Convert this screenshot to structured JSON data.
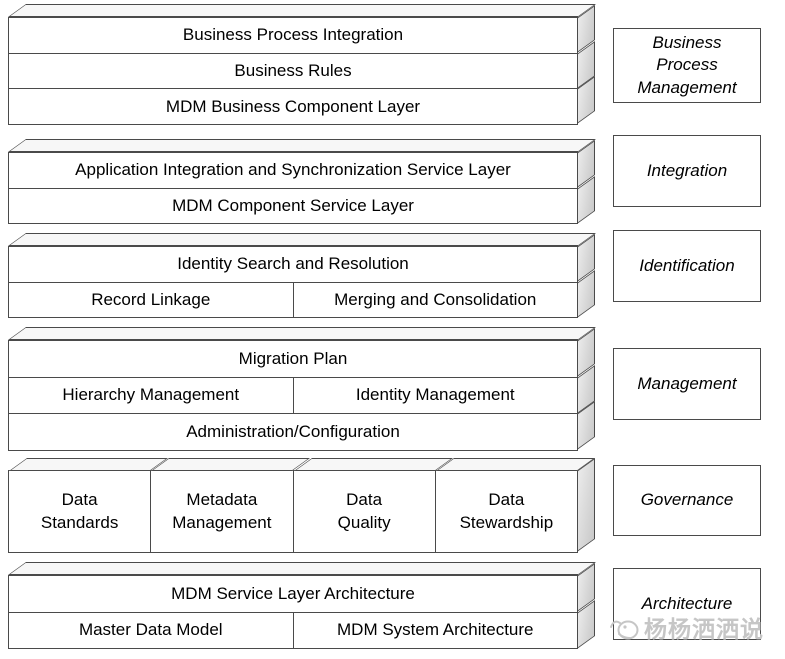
{
  "stack": {
    "groups": [
      {
        "name": "business-process-management",
        "rows": [
          {
            "cells": [
              "Business Process Integration"
            ]
          },
          {
            "cells": [
              "Business Rules"
            ]
          },
          {
            "cells": [
              "MDM Business Component Layer"
            ]
          }
        ]
      },
      {
        "name": "integration",
        "rows": [
          {
            "cells": [
              "Application Integration and Synchronization Service Layer"
            ]
          },
          {
            "cells": [
              "MDM Component Service Layer"
            ]
          }
        ]
      },
      {
        "name": "identification",
        "rows": [
          {
            "cells": [
              "Identity Search and Resolution"
            ]
          },
          {
            "cells": [
              "Record Linkage",
              "Merging and Consolidation"
            ]
          }
        ]
      },
      {
        "name": "management",
        "rows": [
          {
            "cells": [
              "Migration Plan"
            ]
          },
          {
            "cells": [
              "Hierarchy Management",
              "Identity Management"
            ]
          },
          {
            "cells": [
              "Administration/Configuration"
            ]
          }
        ]
      },
      {
        "name": "governance",
        "rows": [
          {
            "cells": [
              "Data\nStandards",
              "Metadata\nManagement",
              "Data\nQuality",
              "Data\nStewardship"
            ]
          }
        ]
      },
      {
        "name": "architecture",
        "rows": [
          {
            "cells": [
              "MDM Service Layer Architecture"
            ]
          },
          {
            "cells": [
              "Master Data Model",
              "MDM System Architecture"
            ]
          }
        ]
      }
    ]
  },
  "side_labels": [
    "Business\nProcess\nManagement",
    "Integration",
    "Identification",
    "Management",
    "Governance",
    "Architecture"
  ],
  "watermark": {
    "text": "杨杨洒洒说",
    "icon": "mascot-icon"
  },
  "colors": {
    "border": "#4a4a4a",
    "side_face": "#d6d6d6",
    "top_face": "#f7f7f7",
    "watermark": "#c6c6c6",
    "background": "#ffffff",
    "text": "#000000"
  }
}
